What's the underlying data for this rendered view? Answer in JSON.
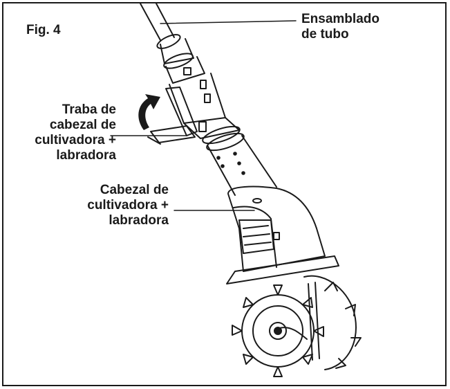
{
  "figure": {
    "label": "Fig. 4",
    "callouts": {
      "tube": [
        "Ensamblado",
        "de tubo"
      ],
      "lock": [
        "Traba de",
        "cabezal de",
        "cultivadora +",
        "labradora"
      ],
      "head": [
        "Cabezal de",
        "cultivadora +",
        "labradora"
      ]
    },
    "colors": {
      "ink": "#1a1a1a",
      "paper": "#ffffff"
    }
  }
}
